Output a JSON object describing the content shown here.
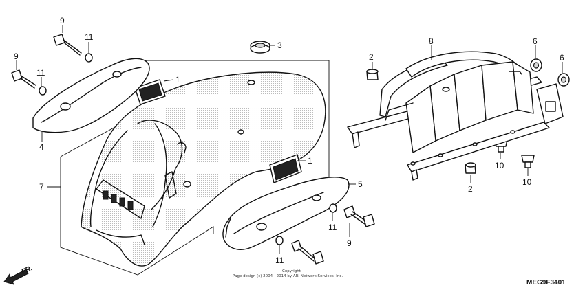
{
  "diagram": {
    "ref_code": "MEG9F3401",
    "direction_label": "FR.",
    "copyright_top": "Copyright",
    "copyright_line": "Page design (c) 2004 - 2014 by ARI Network Services, Inc.",
    "callouts": {
      "c1a": "1",
      "c1b": "1",
      "c2a": "2",
      "c2b": "2",
      "c3": "3",
      "c4": "4",
      "c5": "5",
      "c6a": "6",
      "c6b": "6",
      "c7": "7",
      "c8": "8",
      "c9a": "9",
      "c9b": "9",
      "c9c": "9",
      "c10a": "10",
      "c10b": "10",
      "c11a": "11",
      "c11b": "11",
      "c11c": "11",
      "c11d": "11"
    }
  }
}
